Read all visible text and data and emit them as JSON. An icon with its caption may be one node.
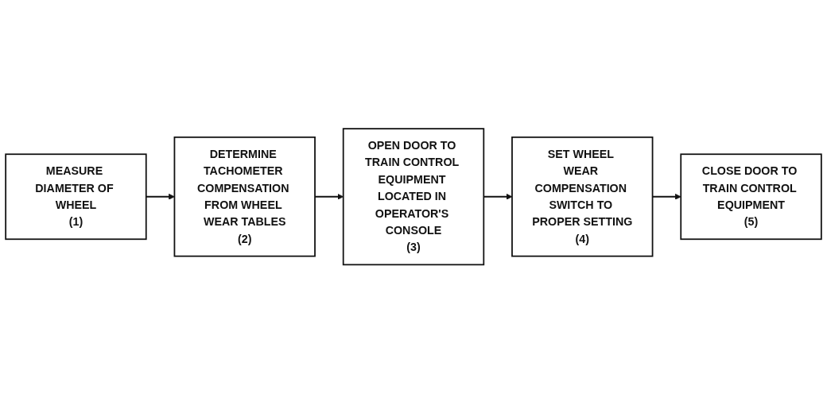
{
  "diagram": {
    "nodes": [
      {
        "text": [
          "MEASURE DIAMETER OF WHEEL",
          "(1)"
        ]
      },
      {
        "text": [
          "DETERMINE TACHOMETER COMPENSATION FROM WHEEL WEAR TABLES",
          "(2)"
        ]
      },
      {
        "text": [
          "OPEN DOOR TO TRAIN CONTROL EQUIPMENT LOCATED IN OPERATOR'S CONSOLE",
          "(3)"
        ]
      },
      {
        "text": [
          "SET WHEEL WEAR COMPENSATION SWITCH TO PROPER SETTING",
          "(4)"
        ]
      },
      {
        "text": [
          "CLOSE DOOR TO TRAIN CONTROL EQUIPMENT",
          "(5)"
        ]
      }
    ],
    "edges": [
      {
        "from": 0,
        "to": 1,
        "arrow": "to"
      },
      {
        "from": 1,
        "to": 2,
        "arrow": "to"
      },
      {
        "from": 2,
        "to": 3,
        "arrow": "to"
      },
      {
        "from": 3,
        "to": 4,
        "arrow": "to"
      }
    ]
  }
}
